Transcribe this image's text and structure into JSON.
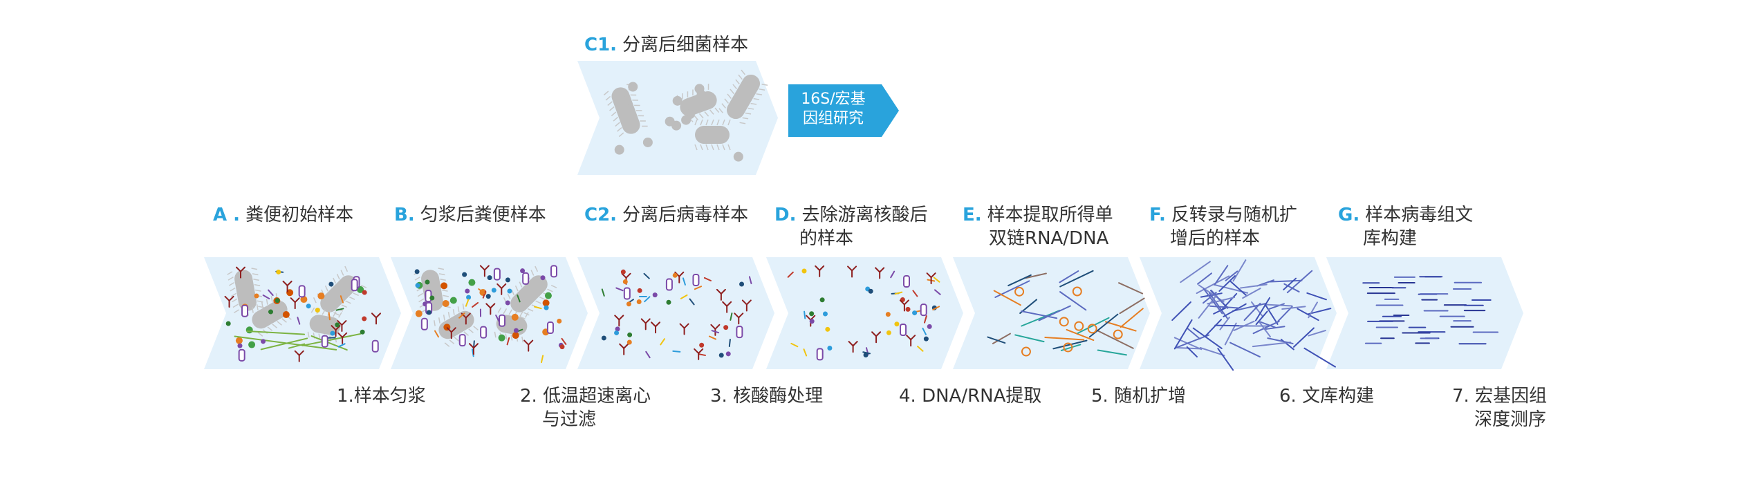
{
  "colors": {
    "accent": "#29a3dc",
    "panel": "#e3f1fb",
    "badge": "#29a3dc",
    "bacteria": "#bdbdbd"
  },
  "top": {
    "key": "C1.",
    "title": "分离后细菌样本",
    "badge_line1": "16S/宏基",
    "badge_line2": "因组研究"
  },
  "labels": [
    {
      "key": "A .",
      "line1": "粪便初始样本",
      "line2": ""
    },
    {
      "key": "B.",
      "line1": "匀浆后粪便样本",
      "line2": ""
    },
    {
      "key": "C2.",
      "line1": "分离后病毒样本",
      "line2": ""
    },
    {
      "key": "D.",
      "line1": "去除游离核酸后",
      "line2": "的样本"
    },
    {
      "key": "E.",
      "line1": "样本提取所得单",
      "line2": "双链RNA/DNA"
    },
    {
      "key": "F.",
      "line1": "反转录与随机扩",
      "line2": "增后的样本"
    },
    {
      "key": "G.",
      "line1": "样本病毒组文",
      "line2": "库构建"
    }
  ],
  "steps": [
    {
      "line1": "1.样本匀浆",
      "line2": ""
    },
    {
      "line1": "2. 低温超速离心",
      "line2": "与过滤"
    },
    {
      "line1": "3. 核酸酶处理",
      "line2": ""
    },
    {
      "line1": "4. DNA/RNA提取",
      "line2": ""
    },
    {
      "line1": "5. 随机扩增",
      "line2": ""
    },
    {
      "line1": "6. 文库构建",
      "line2": ""
    },
    {
      "line1": "7. 宏基因组",
      "line2": "深度测序"
    }
  ]
}
